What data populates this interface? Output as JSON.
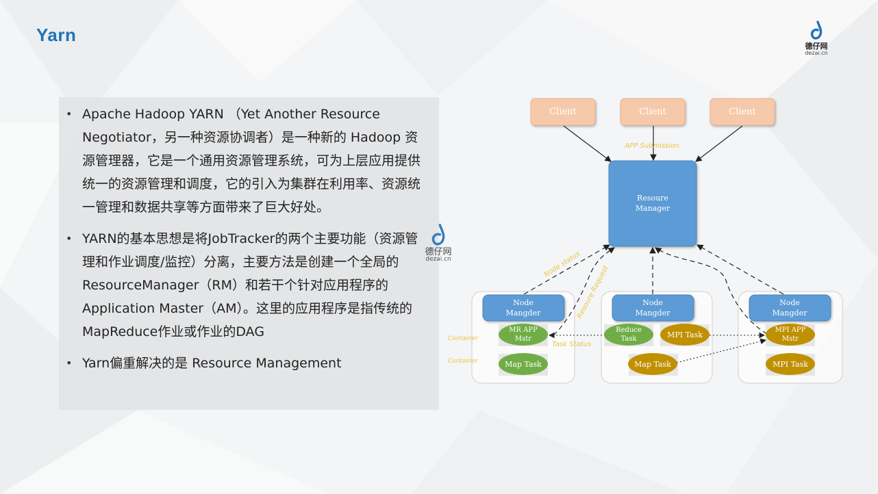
{
  "slide": {
    "title": "Yarn",
    "logo_text": "德仔网",
    "logo_sub": "dezai.cn"
  },
  "bullets": [
    {
      "text": "Apache Hadoop YARN （Yet Another Resource Negotiator，另一种资源协调者）是一种新的 Hadoop 资源管理器，它是一个通用资源管理系统，可为上层应用提供统一的资源管理和调度，它的引入为集群在利用率、资源统一管理和数据共享等方面带来了巨大好处。"
    },
    {
      "text": "YARN的基本思想是将JobTracker的两个主要功能（资源管理和作业调度/监控）分离，主要方法是创建一个全局的ResourceManager（RM）和若干个针对应用程序的Application Master（AM）。这里的应用程序是指传统的MapReduce作业或作业的DAG"
    },
    {
      "text": "Yarn偏重解决的是 Resource Management"
    }
  ],
  "watermark": {
    "text": "德仔网",
    "sub": "dezai.cn"
  },
  "diagram": {
    "clients": [
      "Client",
      "Client",
      "Client"
    ],
    "resource_manager": [
      "Resoure",
      "Manager"
    ],
    "node_managers": [
      [
        "Node",
        "Mangder"
      ],
      [
        "Node",
        "Mangder"
      ],
      [
        "Node",
        "Mangder"
      ]
    ],
    "tasks": {
      "mr_app_mstr": [
        "MR APP",
        "Mstr"
      ],
      "map_task_1": "Map Task",
      "reduce_task": [
        "Reduce",
        "Task"
      ],
      "mpi_task_mid": "MPI Task",
      "map_task_2": "Map Task",
      "mpi_app_mstr": [
        "MPI APP",
        "Mstr"
      ],
      "mpi_task_right": "MPI Task"
    },
    "annotations": {
      "app_submission": "APP Submission",
      "node_status": "Node status",
      "resource_request": "Resoure Request",
      "task_status": "Task Status",
      "container_1": "Container",
      "container_2": "Container"
    },
    "colors": {
      "client_fill": "#f6c9aa",
      "rm_fill": "#5b9bd5",
      "nm_fill": "#5b9bd5",
      "green_task": "#70ad47",
      "gold_task": "#bf9000",
      "annotation": "#e8c547"
    }
  }
}
